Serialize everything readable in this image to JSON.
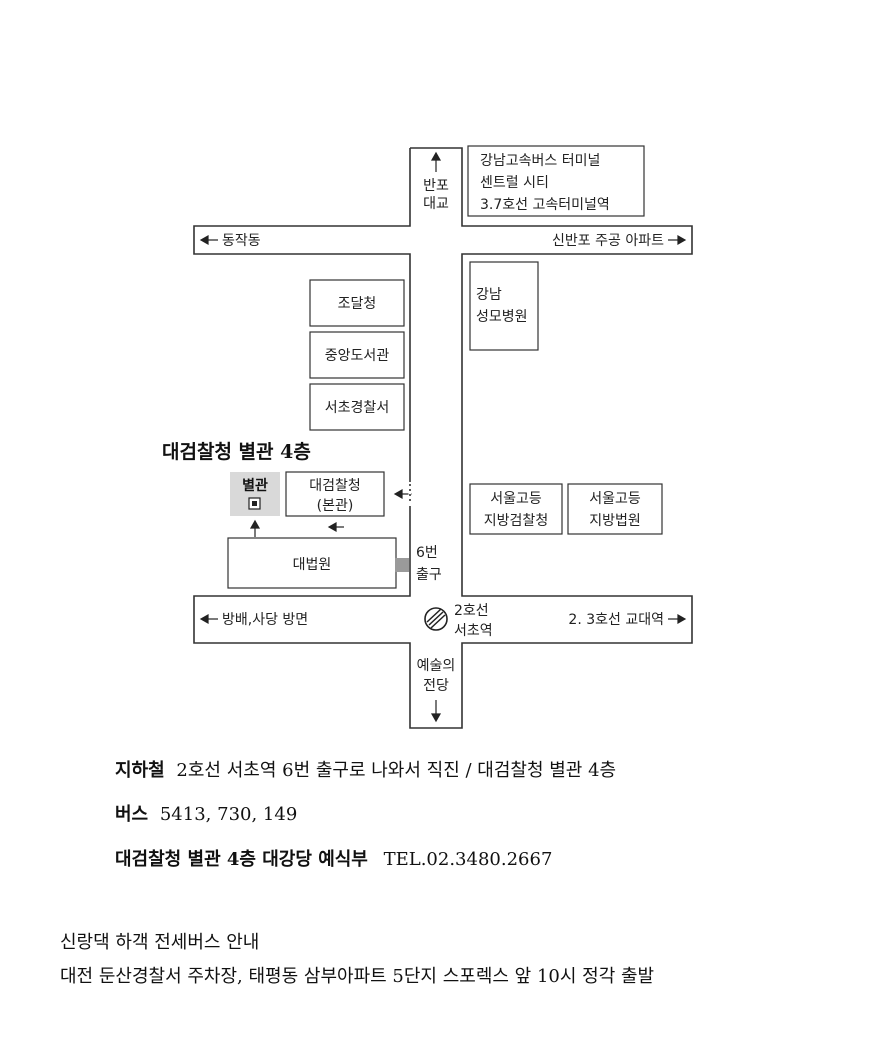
{
  "map": {
    "roads": {
      "north": [
        "반포",
        "대교"
      ],
      "south": [
        "예술의",
        "전당"
      ],
      "west_upper": "동작동",
      "east_upper": "신반포 주공 아파트",
      "west_lower": "방배,사당 방면",
      "east_lower": "2. 3호선 교대역"
    },
    "buildings": {
      "terminal": [
        "강남고속버스 터미널",
        "센트럴 시티",
        "3.7호선 고속터미널역"
      ],
      "procurement": "조달청",
      "library": "중앙도서관",
      "police": "서초경찰서",
      "hospital": [
        "강남",
        "성모병원"
      ],
      "high_prosecutor": [
        "서울고등",
        "지방검찰청"
      ],
      "high_court": [
        "서울고등",
        "지방법원"
      ],
      "supreme_prosecutor": [
        "대검찰청",
        "(본관)"
      ],
      "supreme_court": "대법원",
      "annex": "별관"
    },
    "venue_heading": "대검찰청 별관 4층",
    "exit_label": [
      "6번",
      "출구"
    ],
    "station_label": [
      "2호선",
      "서초역"
    ],
    "colors": {
      "line": "#333333",
      "exit_marker": "#9a9a9a",
      "annex_bg": "#d9d9d9"
    }
  },
  "info": {
    "subway_label": "지하철",
    "subway_text": "2호선 서초역 6번 출구로 나와서 직진 / 대검찰청 별관 4층",
    "bus_label": "버스",
    "bus_text": "5413, 730, 149",
    "venue": "대검찰청 별관 4층 대강당 예식부",
    "tel": "TEL.02.3480.2667"
  },
  "shuttle": {
    "title": "신랑댁 하객 전세버스 안내",
    "text": "대전 둔산경찰서 주차장, 태평동 삼부아파트 5단지 스포렉스 앞 10시 정각 출발"
  }
}
